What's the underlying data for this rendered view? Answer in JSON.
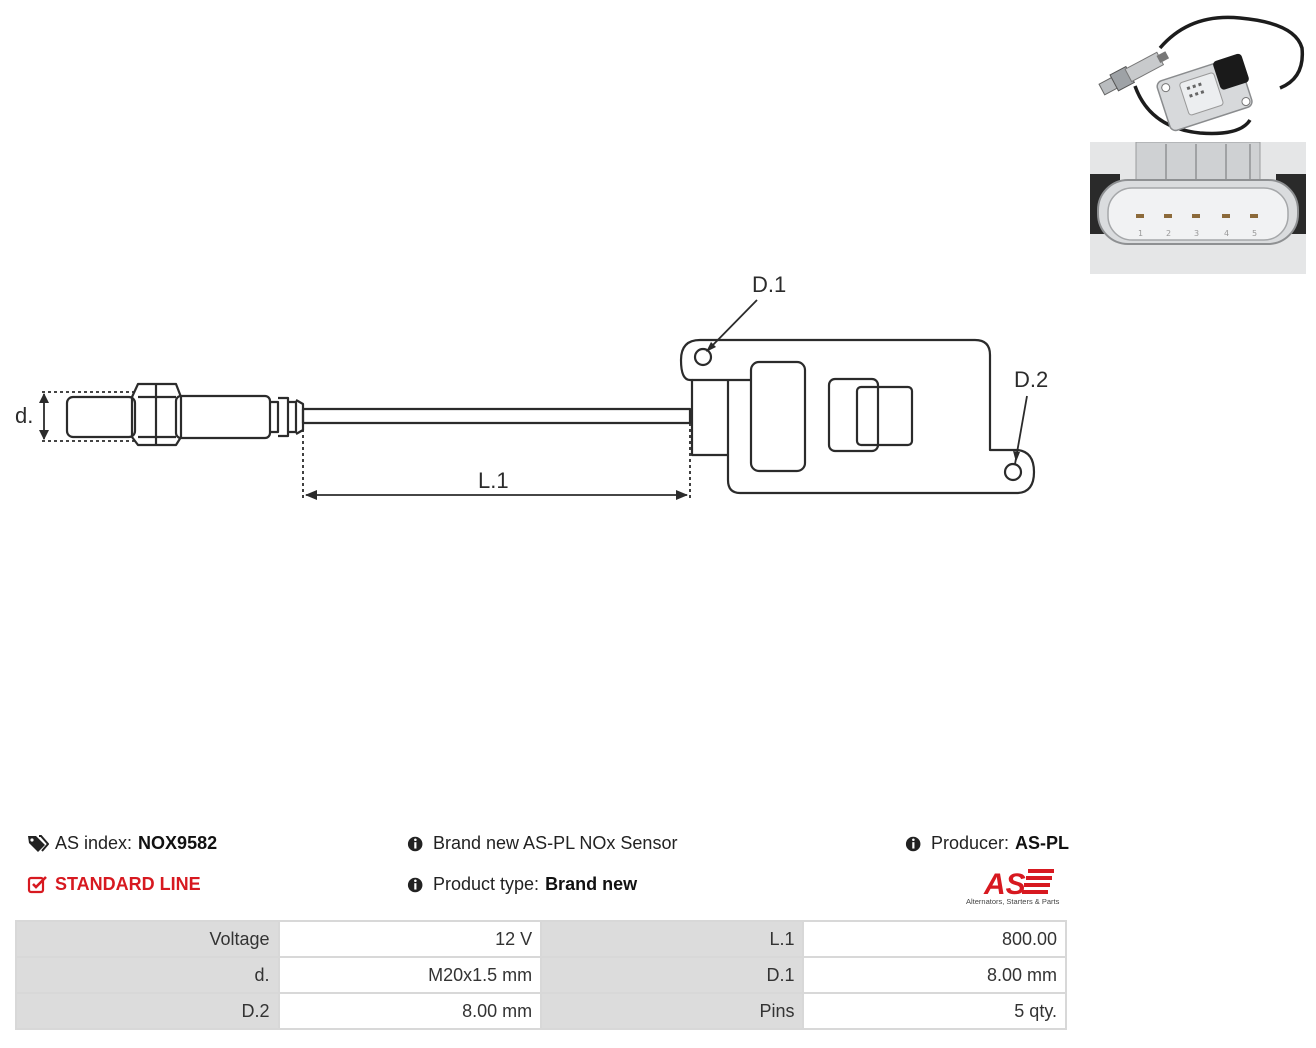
{
  "diagram": {
    "labels": {
      "d": "d.",
      "l1": "L.1",
      "d1": "D.1",
      "d2": "D.2"
    }
  },
  "product": {
    "as_index_label": "AS index:",
    "as_index_value": "NOX9582",
    "line": "STANDARD LINE",
    "description": "Brand new AS-PL NOx Sensor",
    "product_type_label": "Product type:",
    "product_type_value": "Brand new",
    "producer_label": "Producer:",
    "producer_value": "AS-PL"
  },
  "logo": {
    "mark": "AS",
    "tagline": "Alternators, Starters & Parts"
  },
  "photo": {
    "pin_numbers": [
      "1",
      "2",
      "3",
      "4",
      "5"
    ]
  },
  "specs": [
    {
      "k1": "Voltage",
      "v1": "12 V",
      "k2": "L.1",
      "v2": "800.00"
    },
    {
      "k1": "d.",
      "v1": "M20x1.5 mm",
      "k2": "D.1",
      "v2": "8.00 mm"
    },
    {
      "k1": "D.2",
      "v1": "8.00 mm",
      "k2": "Pins",
      "v2": "5 qty."
    }
  ],
  "colors": {
    "accent_red": "#d71920",
    "table_key_bg": "#dcdcdc"
  }
}
